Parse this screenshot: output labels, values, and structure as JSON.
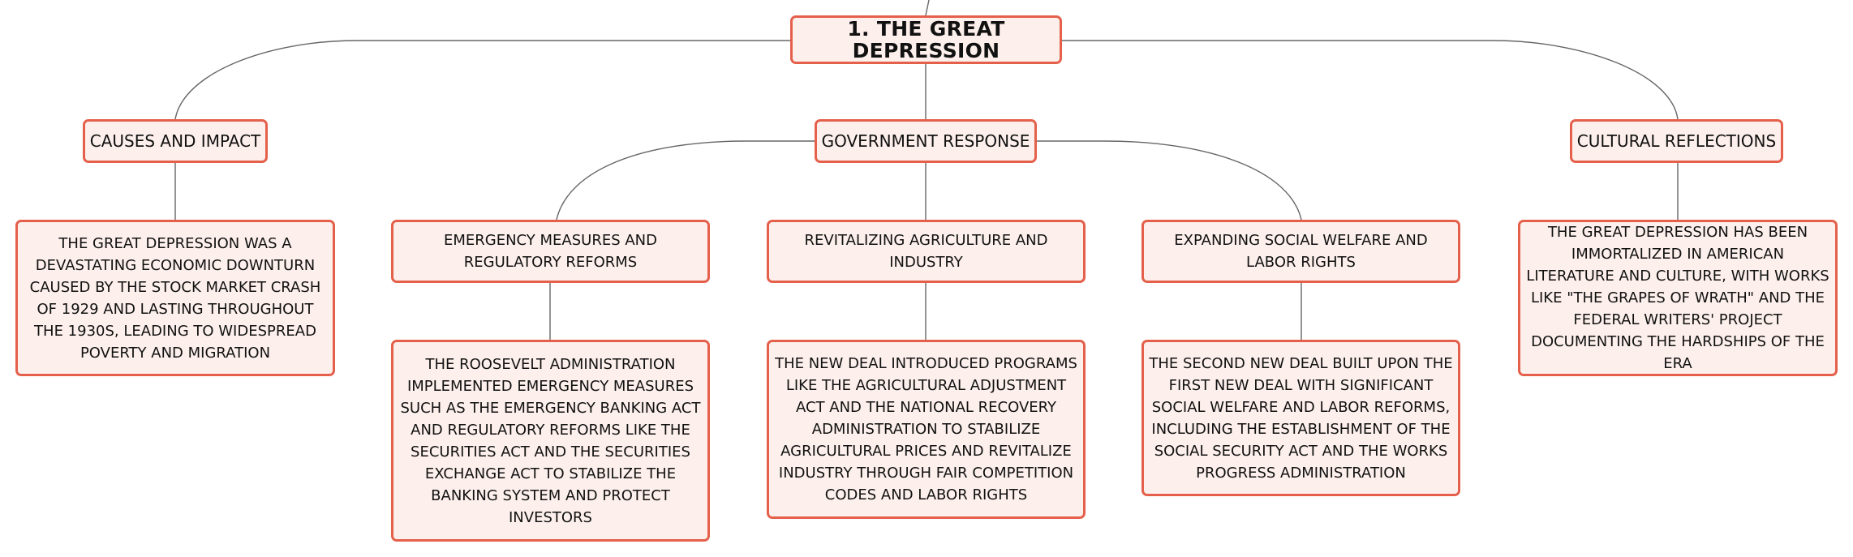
{
  "root": {
    "title": "1. THE GREAT DEPRESSION"
  },
  "branches": [
    {
      "label": "CAUSES AND IMPACT",
      "detail": "THE GREAT DEPRESSION WAS A DEVASTATING ECONOMIC DOWNTURN CAUSED BY THE STOCK MARKET CRASH OF 1929 AND LASTING THROUGHOUT THE 1930S, LEADING TO WIDESPREAD POVERTY AND MIGRATION"
    },
    {
      "label": "GOVERNMENT RESPONSE",
      "children": [
        {
          "label": "EMERGENCY MEASURES AND REGULATORY REFORMS",
          "detail": "THE ROOSEVELT ADMINISTRATION IMPLEMENTED EMERGENCY MEASURES SUCH AS THE EMERGENCY BANKING ACT AND REGULATORY REFORMS LIKE THE SECURITIES ACT AND THE SECURITIES EXCHANGE ACT TO STABILIZE THE BANKING SYSTEM AND PROTECT INVESTORS"
        },
        {
          "label": "REVITALIZING AGRICULTURE AND INDUSTRY",
          "detail": "THE NEW DEAL INTRODUCED PROGRAMS LIKE THE AGRICULTURAL ADJUSTMENT ACT AND THE NATIONAL RECOVERY ADMINISTRATION TO STABILIZE AGRICULTURAL PRICES AND REVITALIZE INDUSTRY THROUGH FAIR COMPETITION CODES AND LABOR RIGHTS"
        },
        {
          "label": "EXPANDING SOCIAL WELFARE AND LABOR RIGHTS",
          "detail": "THE SECOND NEW DEAL BUILT UPON THE FIRST NEW DEAL WITH SIGNIFICANT SOCIAL WELFARE AND LABOR REFORMS, INCLUDING THE ESTABLISHMENT OF THE SOCIAL SECURITY ACT AND THE WORKS PROGRESS ADMINISTRATION"
        }
      ]
    },
    {
      "label": "CULTURAL REFLECTIONS",
      "detail": "THE GREAT DEPRESSION HAS BEEN IMMORTALIZED IN AMERICAN LITERATURE AND CULTURE, WITH WORKS LIKE \"THE GRAPES OF WRATH\" AND THE FEDERAL WRITERS' PROJECT DOCUMENTING THE HARDSHIPS OF THE ERA"
    }
  ],
  "colors": {
    "node_border": "#e4604b",
    "node_fill": "#fdf0ec",
    "connector": "#666666",
    "text": "#111111"
  }
}
